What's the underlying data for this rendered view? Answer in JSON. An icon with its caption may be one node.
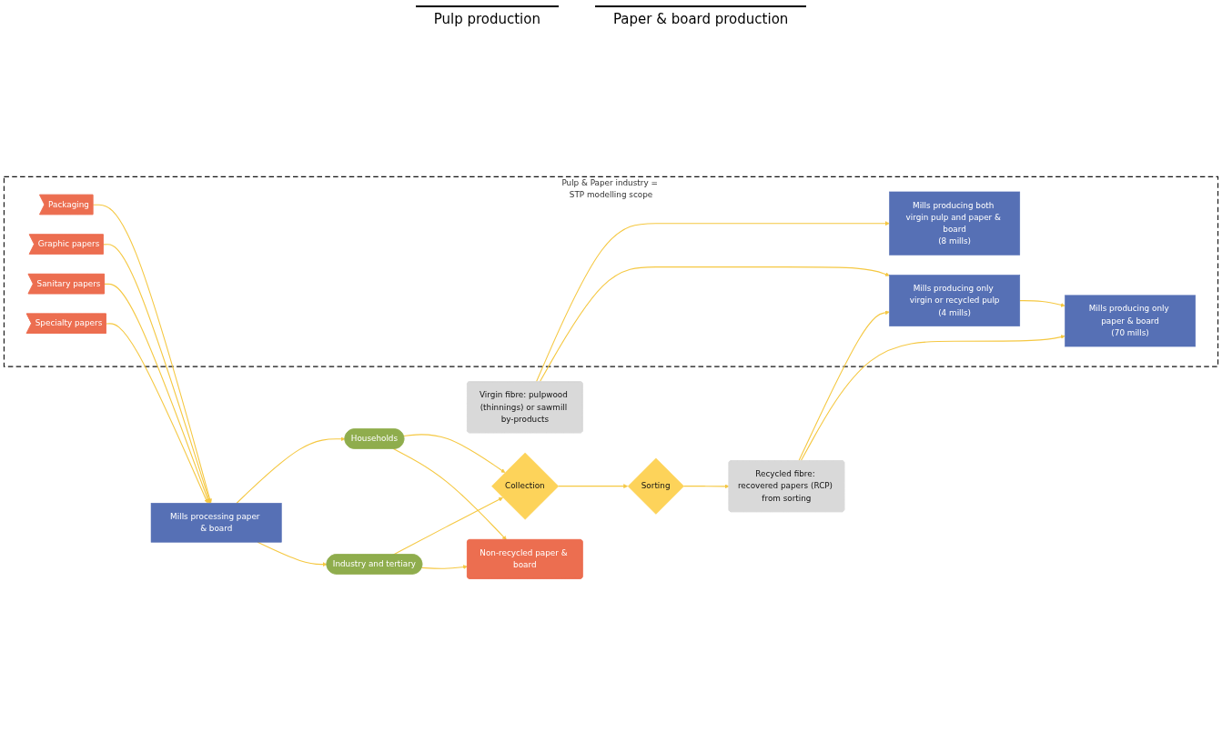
{
  "diagram": {
    "nodes": [
      {
        "text": [
          "Pulp & Paper industry = STP modelling scope"
        ]
      },
      {
        "text": [
          "Virgin fibre: pulpwood (thinnings) or sawmill by-products"
        ]
      },
      {
        "text": [
          "Recycled fibre: recovered papers (RCP) from sorting"
        ]
      },
      {
        "text": [
          "Mills producing both virgin pulp and paper & board",
          "(8 mills)"
        ],
        "in": 0
      },
      {
        "text": [
          "Mills producing only virgin or recycled pulp",
          "(4 mills)"
        ],
        "in": 0
      },
      {
        "text": [
          "Mills producing only paper & board",
          "(70 mills)"
        ],
        "in": 0
      },
      {
        "text": [
          "Packaging"
        ],
        "in": 0
      },
      {
        "text": [
          "Graphic papers"
        ],
        "in": 0
      },
      {
        "text": [
          "Sanitary papers"
        ],
        "in": 0
      },
      {
        "text": [
          "Specialty papers"
        ],
        "in": 0
      },
      {
        "text": [
          "Mills processing paper & board"
        ]
      },
      {
        "text": [
          "Households"
        ]
      },
      {
        "text": [
          "Industry and tertiary"
        ]
      },
      {
        "text": [
          "Sorting"
        ]
      },
      {
        "text": [
          "Collection"
        ]
      },
      {
        "text": [
          "Non-recycled paper & board"
        ]
      }
    ],
    "edges": [
      {
        "from": 1,
        "to": 3,
        "arrow": "to"
      },
      {
        "from": 1,
        "to": 4,
        "arrow": "to"
      },
      {
        "from": 2,
        "to": 4,
        "arrow": "to"
      },
      {
        "from": 2,
        "to": 5,
        "arrow": "to"
      },
      {
        "from": 4,
        "to": 5,
        "arrow": "to"
      },
      {
        "from": 6,
        "to": 10,
        "arrow": "to"
      },
      {
        "from": 7,
        "to": 10,
        "arrow": "to"
      },
      {
        "from": 8,
        "to": 10,
        "arrow": "to"
      },
      {
        "from": 9,
        "to": 10,
        "arrow": "to"
      },
      {
        "from": 10,
        "to": 11,
        "arrow": "to"
      },
      {
        "from": 10,
        "to": 12,
        "arrow": "to"
      },
      {
        "from": 11,
        "to": 14,
        "arrow": "to"
      },
      {
        "from": 12,
        "to": 14,
        "arrow": "to"
      },
      {
        "from": 11,
        "to": 15,
        "arrow": "to"
      },
      {
        "from": 12,
        "to": 15,
        "arrow": "to"
      },
      {
        "from": 14,
        "to": 13,
        "arrow": "to"
      },
      {
        "from": 13,
        "to": 2,
        "arrow": "to"
      }
    ],
    "labels": [
      "Pulp production",
      "Paper & board production"
    ]
  }
}
